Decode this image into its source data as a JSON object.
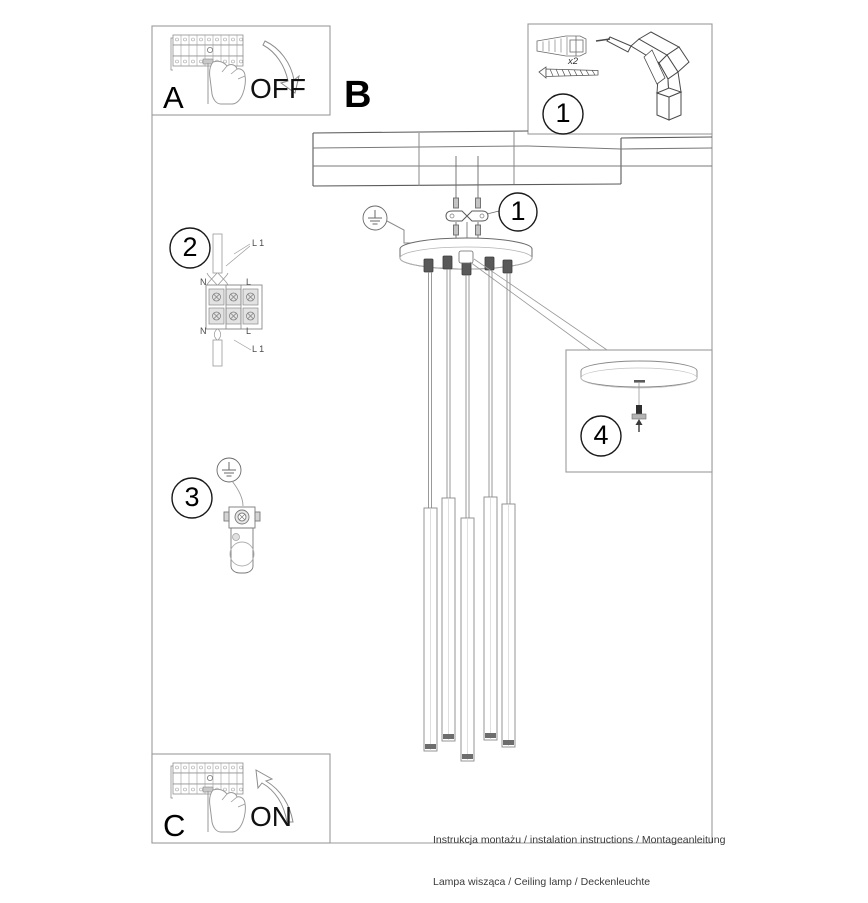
{
  "document": {
    "type": "installation-instruction-sheet",
    "product": "5-light pendant ceiling lamp",
    "footer_line_1": "Instrukcja montażu / instalation instructions / Montageanleitung",
    "footer_line_2": "Lampa wisząca / Ceiling lamp / Deckenleuchte"
  },
  "panels": {
    "a": {
      "letter": "A",
      "action_label": "OFF",
      "caption_icon": "circuit-breaker-panel-icon",
      "hand_icon": "hand-pointing-icon",
      "arrow_icon": "curved-arrow-down-icon"
    },
    "b": {
      "letter": "B"
    },
    "c": {
      "letter": "C",
      "action_label": "ON",
      "caption_icon": "circuit-breaker-panel-icon",
      "hand_icon": "hand-pointing-icon",
      "arrow_icon": "curved-arrow-up-icon"
    }
  },
  "steps": [
    {
      "id": "step-1-drill",
      "number": "1",
      "quantity_label": "x2",
      "items": [
        "wall-plug-icon",
        "wood-screw-icon",
        "power-drill-icon"
      ]
    },
    {
      "id": "step-2-terminal",
      "number": "2",
      "terminals": {
        "top_left": "N",
        "top_right": "L",
        "bottom_left": "N",
        "bottom_right": "L",
        "lead_top": "L 1",
        "lead_bottom": "L 1"
      }
    },
    {
      "id": "step-3-earth",
      "number": "3",
      "icons": [
        "earth-ground-symbol",
        "lamp-socket-icon"
      ]
    },
    {
      "id": "step-4-canopy",
      "number": "4",
      "icons": [
        "canopy-disc-icon",
        "grub-screw-up-arrow-icon"
      ]
    },
    {
      "id": "step-1-bracket",
      "number": "1",
      "icons": [
        "mounting-bracket-icon",
        "screw-icon"
      ]
    }
  ],
  "assembly": {
    "ceiling_label": "ceiling-beam",
    "canopy_label": "round-canopy",
    "earth_symbol": "earth-ground-symbol",
    "pendant_count": 5,
    "pendant_label": "tube-pendant"
  },
  "colors": {
    "line": "#1a1a1a",
    "thin_line": "#8a8a8a",
    "frame": "#9a9a9a",
    "fill": "#ffffff",
    "cap_dark": "#4a4a4a",
    "text": "#000000"
  }
}
